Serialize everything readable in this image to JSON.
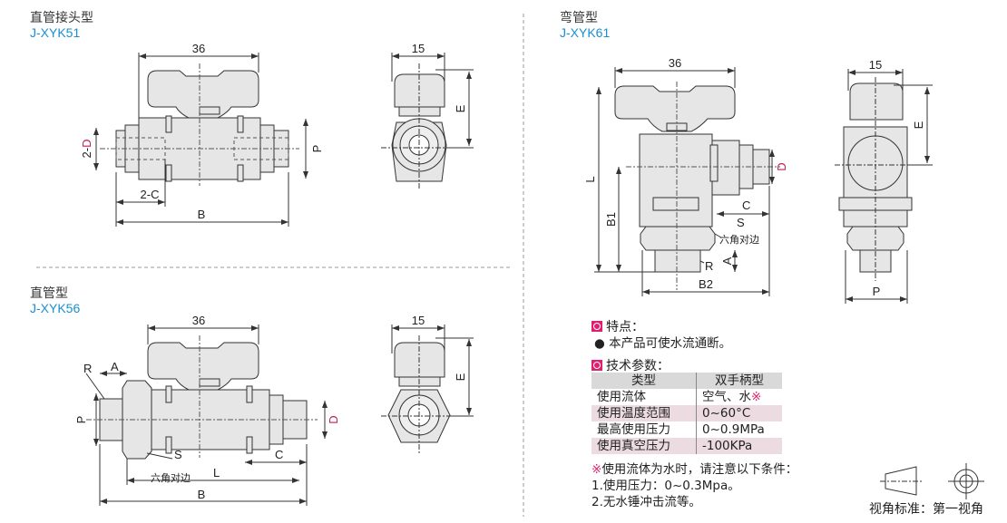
{
  "sections": [
    {
      "title": "直管接头型",
      "model": "J-XYK51",
      "dims": {
        "top": "36",
        "side_top": "15",
        "e": "E",
        "p": "P",
        "d": "2-D",
        "c": "2-C",
        "b": "B"
      }
    },
    {
      "title": "弯管型",
      "model": "J-XYK61",
      "dims": {
        "top": "36",
        "side_top": "15",
        "e": "E",
        "l": "L",
        "b1": "B1",
        "b2": "B2",
        "c": "C",
        "d": "D",
        "s": "S",
        "hex": "六角对边",
        "r": "R",
        "a": "A",
        "p": "P"
      }
    },
    {
      "title": "直管型",
      "model": "J-XYK56",
      "dims": {
        "top": "36",
        "side_top": "15",
        "e": "E",
        "r": "R",
        "a": "A",
        "p": "P",
        "d": "D",
        "s": "S",
        "hex": "六角对边",
        "l": "L",
        "c": "C",
        "b": "B"
      }
    }
  ],
  "features": {
    "heading": "特点：",
    "items": [
      "本产品可使水流通断。"
    ]
  },
  "specs": {
    "heading": "技术参数：",
    "header": [
      "类型",
      "双手柄型"
    ],
    "rows": [
      {
        "label": "使用流体",
        "value": "空气、水",
        "mark": "※"
      },
      {
        "label": "使用温度范围",
        "value": "0~60°C"
      },
      {
        "label": "最高使用压力",
        "value": "0~0.9MPa"
      },
      {
        "label": "使用真空压力",
        "value": "-100KPa"
      }
    ]
  },
  "notes": {
    "mark": "※",
    "intro": "使用流体为水时，请注意以下条件：",
    "items": [
      "1.使用压力：0~0.3Mpa。",
      "2.无水锤冲击流等。"
    ]
  },
  "projection": {
    "label": "视角标准：第一视角"
  },
  "colors": {
    "model": "#1a8fd0",
    "accent": "#e0206e"
  }
}
